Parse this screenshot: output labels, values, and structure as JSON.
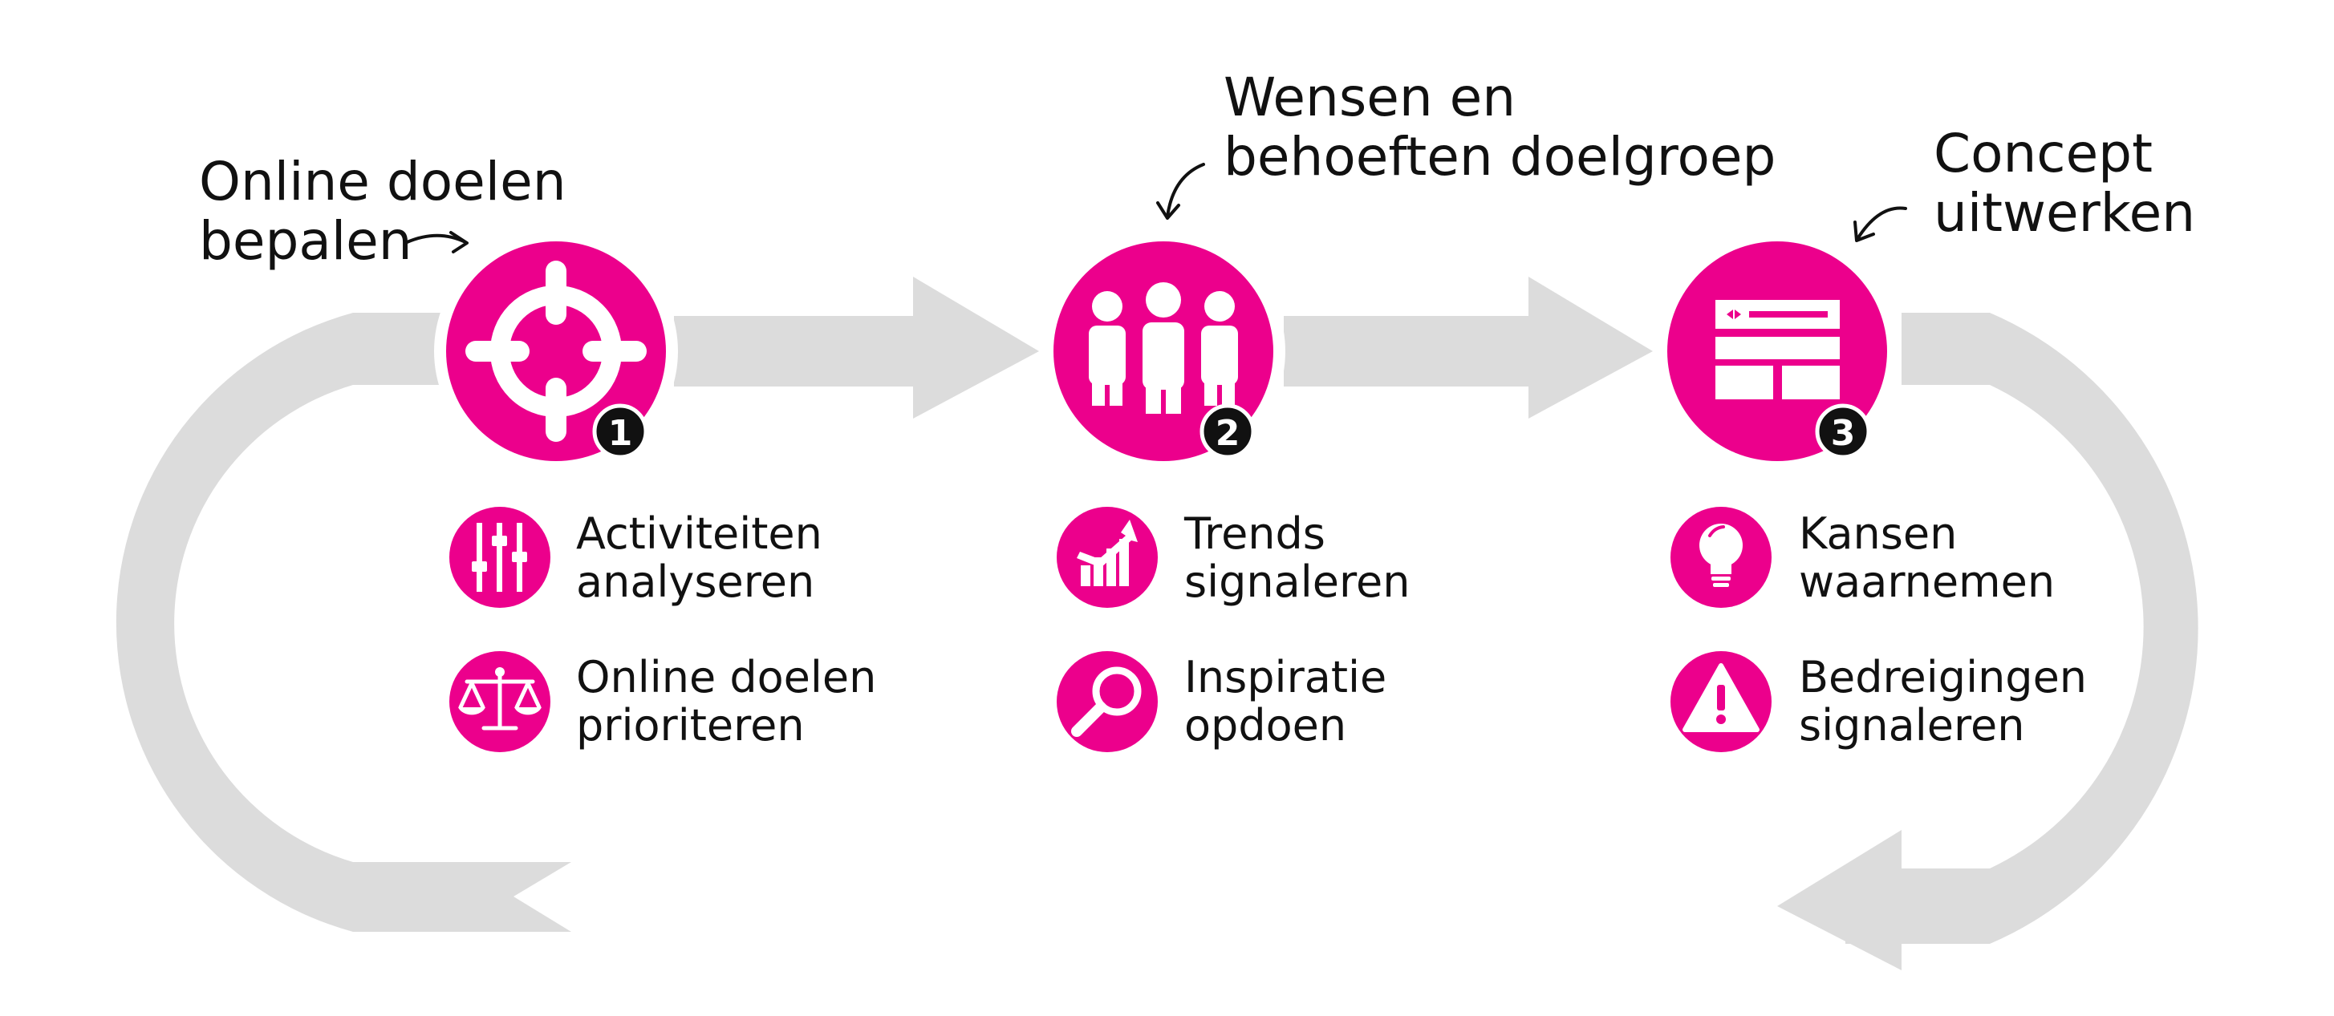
{
  "colors": {
    "accent": "#ec008c",
    "loop": "#dcdcdc",
    "badge": "#111111",
    "text": "#111111"
  },
  "steps": [
    {
      "number": "1",
      "icon": "crosshair-icon",
      "title_lines": [
        "Online doelen",
        "bepalen"
      ],
      "subitems": [
        {
          "icon": "sliders-icon",
          "lines": [
            "Activiteiten",
            "analyseren"
          ]
        },
        {
          "icon": "scales-icon",
          "lines": [
            "Online doelen",
            "prioriteren"
          ]
        }
      ]
    },
    {
      "number": "2",
      "icon": "people-group-icon",
      "title_lines": [
        "Wensen en",
        "behoeften doelgroep"
      ],
      "subitems": [
        {
          "icon": "trend-chart-icon",
          "lines": [
            "Trends",
            "signaleren"
          ]
        },
        {
          "icon": "magnifier-icon",
          "lines": [
            "Inspiratie",
            "opdoen"
          ]
        }
      ]
    },
    {
      "number": "3",
      "icon": "browser-layout-icon",
      "title_lines": [
        "Concept",
        "uitwerken"
      ],
      "subitems": [
        {
          "icon": "lightbulb-icon",
          "lines": [
            "Kansen",
            "waarnemen"
          ]
        },
        {
          "icon": "warning-icon",
          "lines": [
            "Bedreigingen",
            "signaleren"
          ]
        }
      ]
    }
  ]
}
